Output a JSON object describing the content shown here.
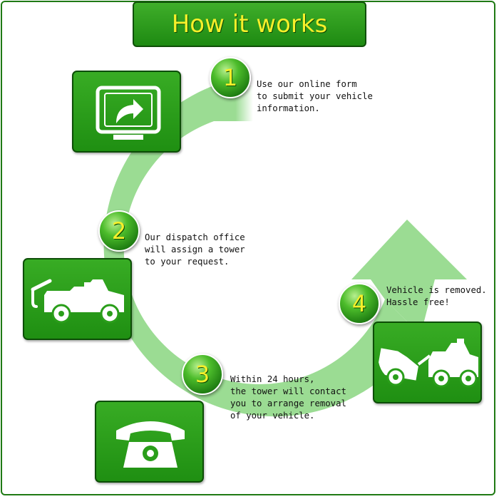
{
  "title": "How it works",
  "colors": {
    "title_text": "#f6ef2a",
    "tile_green": "#2a9e1a",
    "flow_arrow": "#9bdc93",
    "frame_border": "#1f7a14"
  },
  "steps": [
    {
      "number": "1",
      "icon": "monitor-arrow-icon",
      "lines": [
        "Use our online form",
        "to submit your vehicle",
        "information."
      ]
    },
    {
      "number": "2",
      "icon": "tow-truck-icon",
      "lines": [
        "Our dispatch office",
        "will assign a tower",
        "to your request."
      ]
    },
    {
      "number": "3",
      "icon": "telephone-icon",
      "lines": [
        "Within 24 hours,",
        "the tower will contact",
        "you to arrange removal",
        "of your vehicle."
      ]
    },
    {
      "number": "4",
      "icon": "towing-car-icon",
      "lines": [
        "Vehicle is removed.",
        "Hassle free!"
      ]
    }
  ]
}
